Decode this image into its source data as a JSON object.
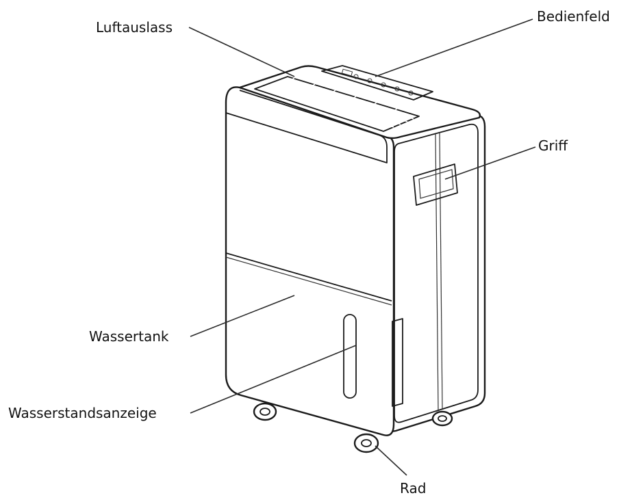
{
  "labels": {
    "luftauslass": "Luftauslass",
    "bedienfeld": "Bedienfeld",
    "griff": "Griff",
    "wassertank": "Wassertank",
    "wasserstandsanzeige": "Wasserstandsanzeige",
    "rad": "Rad"
  },
  "colors": {
    "line": "#1a1a1a",
    "background": "#ffffff"
  }
}
